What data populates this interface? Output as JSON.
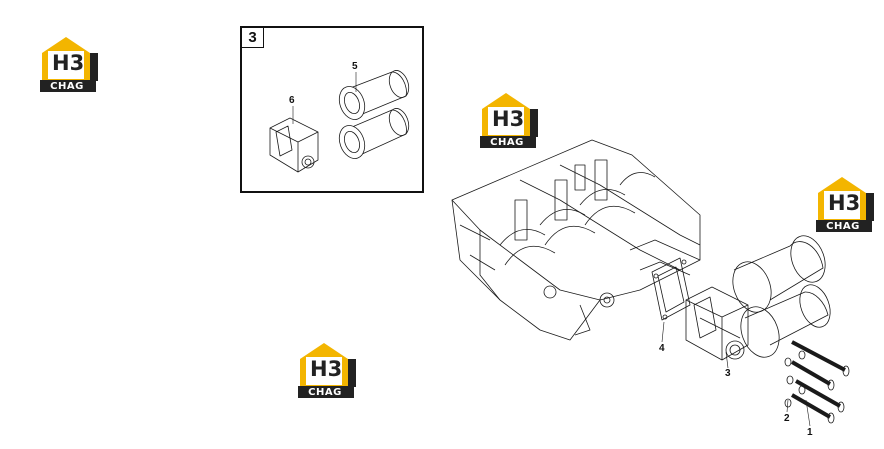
{
  "watermarks": [
    {
      "mark": "H3",
      "text": "CHAG"
    },
    {
      "mark": "H3",
      "text": "CHAG"
    },
    {
      "mark": "H3",
      "text": "CHAG"
    },
    {
      "mark": "H3",
      "text": "CHAG"
    }
  ],
  "inset": {
    "number": "3"
  },
  "callouts": {
    "c1": "1",
    "c2": "2",
    "c3": "3",
    "c4": "4",
    "c5": "5",
    "c6": "6"
  },
  "colors": {
    "logo_gold": "#f3b500",
    "logo_dark": "#222222",
    "line": "#1a1a1a"
  }
}
